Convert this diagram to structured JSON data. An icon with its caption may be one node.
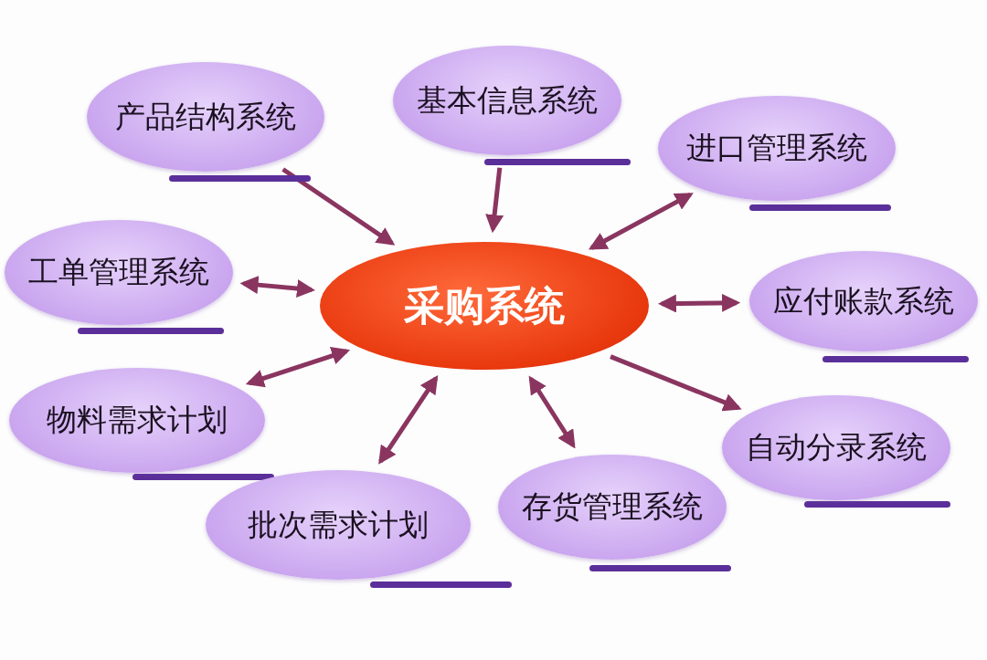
{
  "diagram": {
    "nodes": [
      {
        "text": [
          "产品结构系统"
        ]
      },
      {
        "text": [
          "基本信息系统"
        ]
      },
      {
        "text": [
          "进口管理系统"
        ]
      },
      {
        "text": [
          "工单管理系统"
        ]
      },
      {
        "text": [
          "采购系统"
        ]
      },
      {
        "text": [
          "应付账款系统"
        ]
      },
      {
        "text": [
          "物料需求计划"
        ]
      },
      {
        "text": [
          "自动分录系统"
        ]
      },
      {
        "text": [
          "存货管理系统"
        ]
      },
      {
        "text": [
          "批次需求计划"
        ]
      }
    ],
    "edges": [
      {
        "from": 0,
        "to": 4,
        "arrow": "to"
      },
      {
        "from": 1,
        "to": 4,
        "arrow": "to"
      },
      {
        "from": 4,
        "to": 2,
        "arrow": "both"
      },
      {
        "from": 4,
        "to": 3,
        "arrow": "both"
      },
      {
        "from": 4,
        "to": 5,
        "arrow": "both"
      },
      {
        "from": 4,
        "to": 6,
        "arrow": "both"
      },
      {
        "from": 4,
        "to": 7,
        "arrow": "to"
      },
      {
        "from": 4,
        "to": 8,
        "arrow": "both"
      },
      {
        "from": 4,
        "to": 9,
        "arrow": "both"
      }
    ]
  }
}
